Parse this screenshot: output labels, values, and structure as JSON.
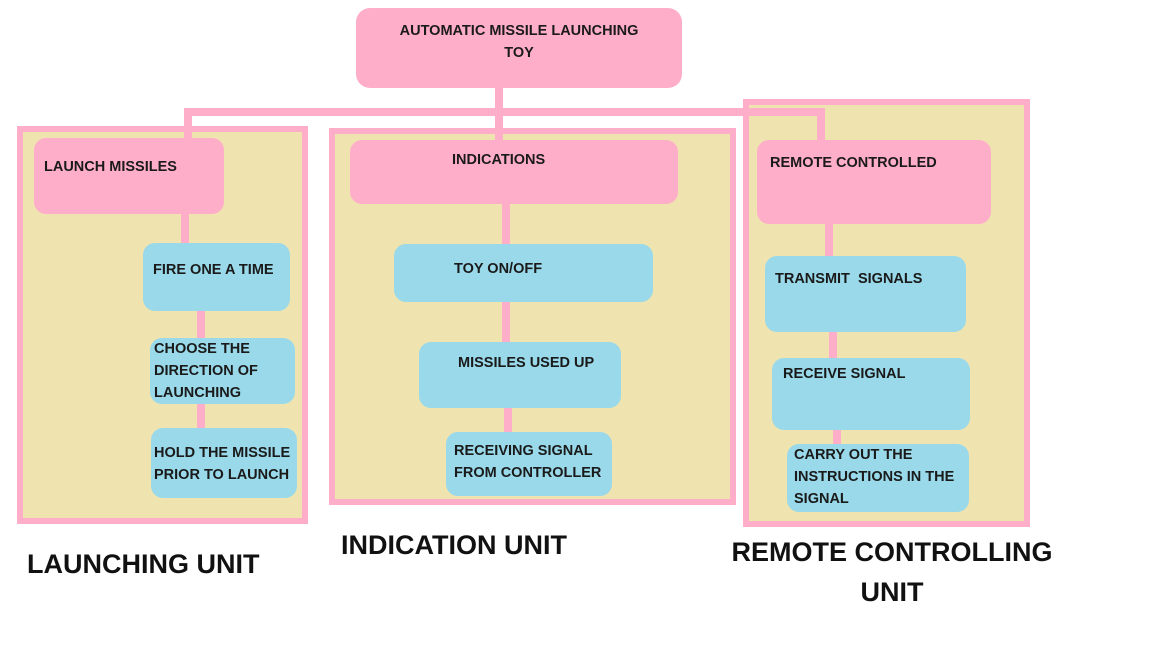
{
  "root": {
    "label": "AUTOMATIC MISSILE LAUNCHING\nTOY"
  },
  "units": {
    "launching": {
      "label": "LAUNCHING UNIT",
      "header": "LAUNCH MISSILES",
      "steps": [
        "FIRE ONE A TIME",
        "CHOOSE THE\nDIRECTION OF\nLAUNCHING",
        "HOLD THE MISSILE\nPRIOR TO LAUNCH"
      ]
    },
    "indication": {
      "label": "INDICATION UNIT",
      "header": "INDICATIONS",
      "steps": [
        "TOY ON/OFF",
        "MISSILES USED UP",
        "RECEIVING SIGNAL\nFROM CONTROLLER"
      ]
    },
    "remote": {
      "label": "REMOTE CONTROLLING\nUNIT",
      "header": "REMOTE CONTROLLED",
      "steps": [
        "TRANSMIT  SIGNALS",
        "RECEIVE SIGNAL",
        "CARRY OUT THE\nINSTRUCTIONS IN THE\nSIGNAL"
      ]
    }
  },
  "colors": {
    "header_fill": "#ffaec9",
    "step_fill": "#99d9ea",
    "panel_fill": "#efe4b0",
    "panel_border": "#ffaec9",
    "connector": "#ffaec9"
  }
}
